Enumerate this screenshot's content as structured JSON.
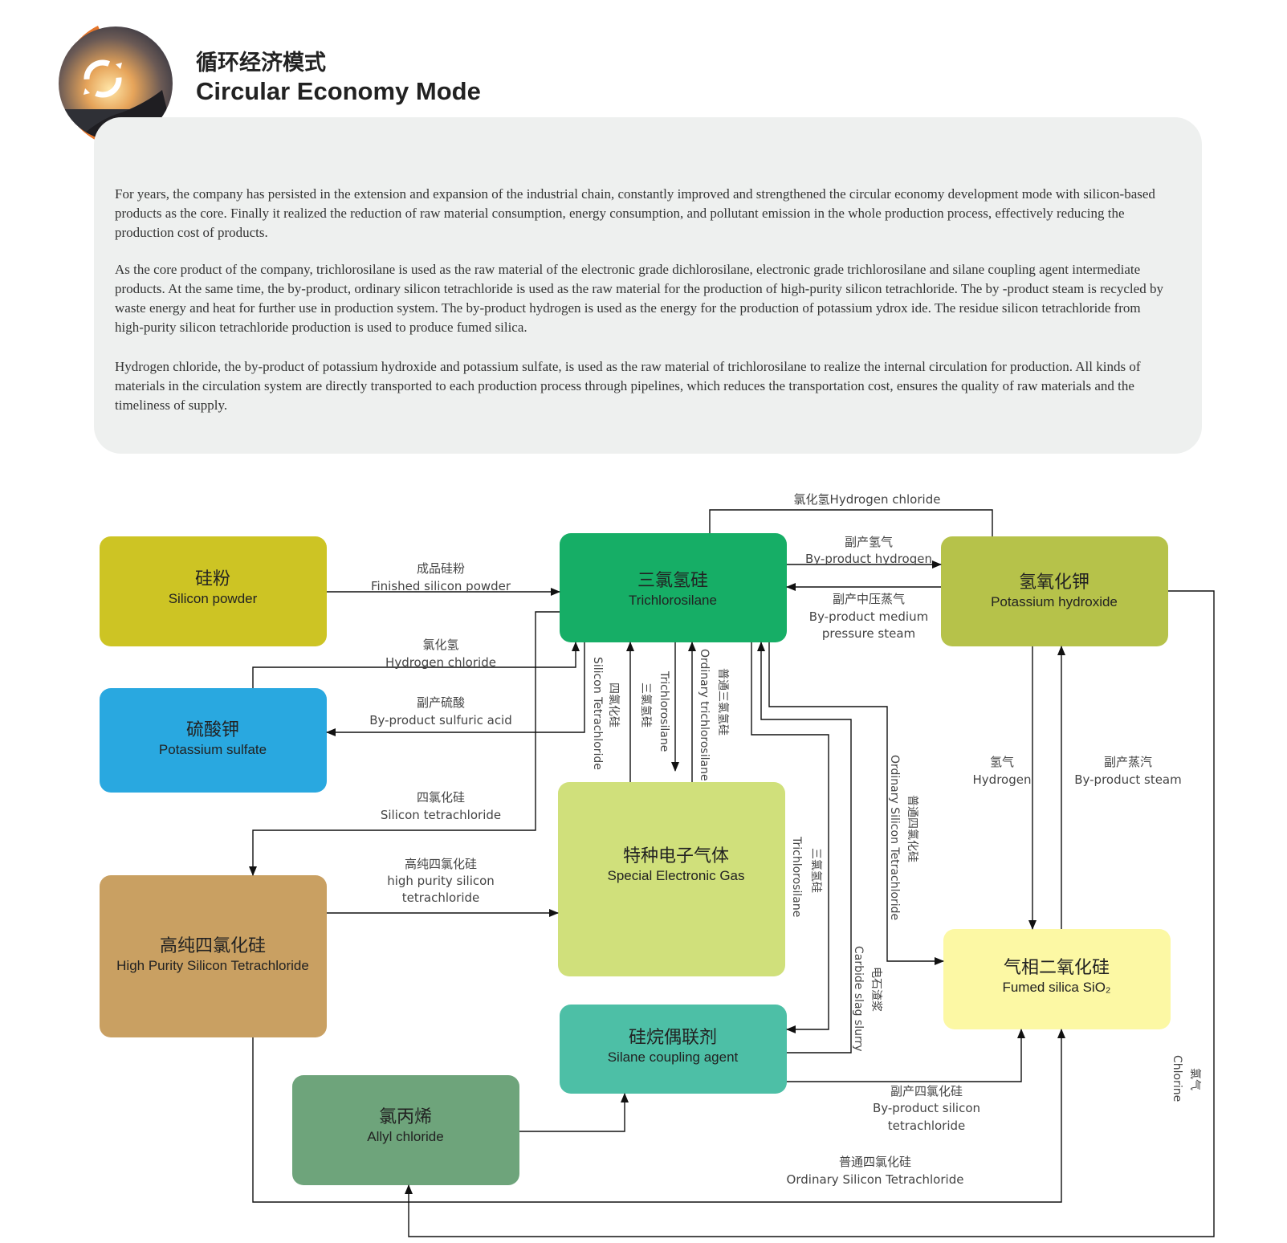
{
  "header": {
    "title_cn": "循环经济模式",
    "title_en": "Circular Economy Mode"
  },
  "intro": {
    "paragraphs": [
      "For years, the company has persisted in the extension and expansion of the industrial chain, constantly improved and strengthened the circular economy development mode with silicon-based products as the core. Finally it realized the reduction of raw material consumption, energy consumption, and pollutant emission in the whole production process, effectively reducing the production cost of products.",
      "As the core product of the company, trichlorosilane is used as the raw material of the electronic grade dichlorosilane, electronic grade trichlorosilane and silane coupling agent intermediate products. At the same time, the by-product, ordinary silicon tetrachloride is used as the raw material for the production of high-purity silicon tetrachloride. The by -product steam is recycled by waste energy and heat for further use in production system. The by-product hydrogen is used as the energy for the production of potassium ydrox ide. The residue silicon tetrachloride from high-purity silicon tetrachloride production is used to produce fumed silica.",
      "Hydrogen chloride, the by-product of potassium hydroxide and potassium sulfate, is used as the raw material of trichlorosilane to realize the internal circulation for production. All kinds of materials in the circulation system are directly transported to each production process through pipelines, which reduces the transportation cost, ensures the quality of raw materials and the timeliness of supply."
    ]
  },
  "nodes": {
    "silicon_powder": {
      "cn": "硅粉",
      "en": "Silicon powder",
      "color": "#cdc424"
    },
    "trichlorosilane": {
      "cn": "三氯氢硅",
      "en": "Trichlorosilane",
      "color": "#16ae66"
    },
    "potassium_hydroxide": {
      "cn": "氢氧化钾",
      "en": "Potassium hydroxide",
      "color": "#b6c24a"
    },
    "potassium_sulfate": {
      "cn": "硫酸钾",
      "en": "Potassium sulfate",
      "color": "#29a8e0"
    },
    "special_gas": {
      "cn": "特种电子气体",
      "en": "Special Electronic Gas",
      "color": "#d0e07b"
    },
    "high_purity": {
      "cn": "高纯四氯化硅",
      "en": "High Purity Silicon Tetrachloride",
      "color": "#c9a062"
    },
    "silane": {
      "cn": "硅烷偶联剂",
      "en": "Silane coupling agent",
      "color": "#4dbfa6"
    },
    "fumed": {
      "cn": "气相二氧化硅",
      "en": "Fumed silica SiO₂",
      "color": "#fcf8a4"
    },
    "allyl": {
      "cn": "氯丙烯",
      "en": "Allyl chloride",
      "color": "#6ea47b"
    }
  },
  "edges": {
    "hcl_top": "氯化氢Hydrogen chloride",
    "finished_cn": "成品硅粉",
    "finished_en": "Finished silicon powder",
    "h2_cn": "副产氢气",
    "h2_en": "By-product hydrogen",
    "steam_cn": "副产中压蒸气",
    "steam_en1": "By-product medium",
    "steam_en2": "pressure steam",
    "hcl_cn": "氯化氢",
    "hcl_en": "Hydrogen chloride",
    "acid_cn": "副产硫酸",
    "acid_en": "By-product sulfuric acid",
    "stc_cn": "四氯化硅",
    "stc_en": "Silicon tetrachloride",
    "hp_cn": "高纯四氯化硅",
    "hp_en1": "high purity silicon",
    "hp_en2": "tetrachloride",
    "v_stc_cn": "四氯化硅",
    "v_stc_en": "Silicon Tetrachloride",
    "v_tcs_cn": "三氯氢硅",
    "v_tcs_en": "Trichlorosilane",
    "v_otcs_cn": "普通三氯氢硅",
    "v_otcs_en": "Ordinary trichlorosilane",
    "v_tcs2_cn": "三氯氢硅",
    "v_tcs2_en": "Trichlorosilane",
    "v_carbide_cn": "电石渣浆",
    "v_carbide_en": "Carbide slag slurry",
    "v_ostc_cn": "普通四氯化硅",
    "v_ostc_en": "Ordinary Silicon Tetrachloride",
    "hydrogen_cn": "氢气",
    "hydrogen_en": "Hydrogen",
    "bysteam_cn": "副产蒸汽",
    "bysteam_en": "By-product steam",
    "bystc_cn": "副产四氯化硅",
    "bystc_en1": "By-product silicon",
    "bystc_en2": "tetrachloride",
    "ostc_cn": "普通四氯化硅",
    "ostc_en": "Ordinary Silicon Tetrachloride",
    "chlorine_cn": "氯气",
    "chlorine_en": "Chlorine"
  }
}
